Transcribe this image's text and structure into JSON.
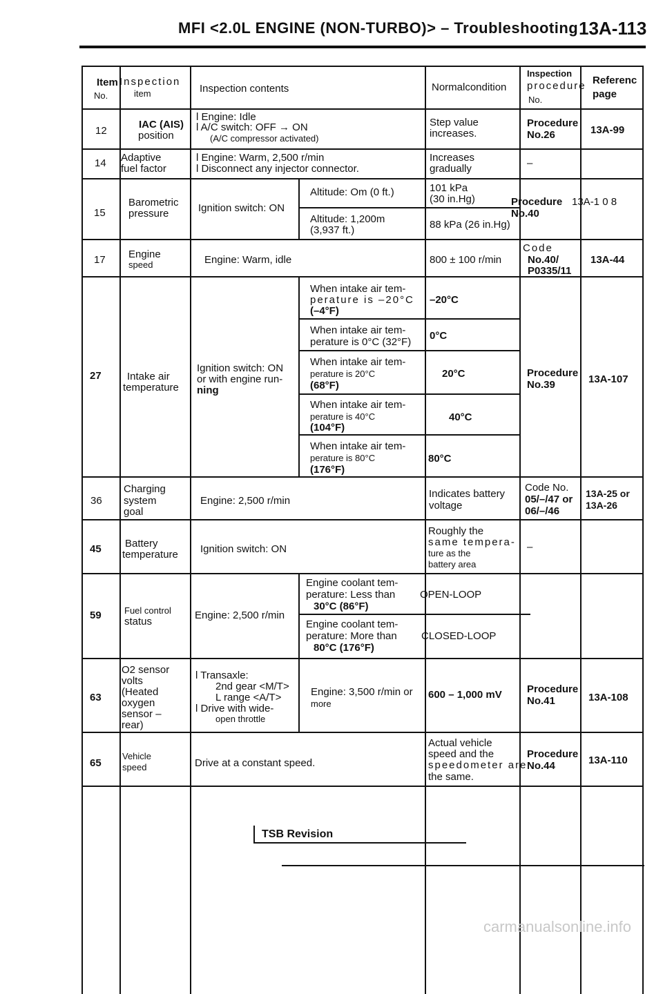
{
  "header": {
    "title": "MFI <2.0L ENGINE (NON-TURBO)> – Troubleshooting",
    "page": "13A-113"
  },
  "columns": {
    "item_no": [
      "Item",
      "No."
    ],
    "inspection_item": [
      "Inspection",
      "item"
    ],
    "inspection_contents": "Inspection contents",
    "normal_condition": "Normalcondition",
    "procedure": [
      "Inspection",
      "procedure",
      "No."
    ],
    "reference": [
      "Referenc",
      "page"
    ]
  },
  "rows": [
    {
      "no": "12",
      "item": [
        "IAC (AIS)",
        "position"
      ],
      "contents": [
        "l  Engine: Idle",
        "l  A/C switch: OFF → ON",
        "(A/C compressor activated)"
      ],
      "normal": [
        "Step value",
        "increases."
      ],
      "procedure": [
        "Procedure",
        "No.26"
      ],
      "reference": "13A-99"
    },
    {
      "no": "14",
      "item": [
        "Adaptive",
        "fuel factor"
      ],
      "contents": [
        "l  Engine: Warm, 2,500 r/min",
        "l  Disconnect any injector connector."
      ],
      "normal": [
        "Increases",
        "gradually"
      ],
      "procedure": [
        "–"
      ],
      "reference": ""
    },
    {
      "no": "15",
      "item": [
        "Barometric",
        "pressure"
      ],
      "contents": [
        "Ignition switch: ON"
      ],
      "sub": [
        {
          "cond": [
            "Altitude: Om (0 ft.)"
          ],
          "normal": [
            "101 kPa",
            "(30 in.Hg)"
          ]
        },
        {
          "cond": [
            "Altitude: 1,200m",
            "(3,937 ft.)"
          ],
          "normal": [
            "88 kPa (26 in.Hg)"
          ]
        }
      ],
      "procedure": [
        "Procedure",
        "No.40"
      ],
      "reference": "13A-1 0 8"
    },
    {
      "no": "17",
      "item": [
        "Engine",
        "speed"
      ],
      "contents": [
        "Engine: Warm, idle"
      ],
      "normal": [
        "800 ± 100 r/min"
      ],
      "procedure": [
        "Code",
        "No.40/",
        "P0335/11"
      ],
      "reference": "13A-44"
    },
    {
      "no": "27",
      "item": [
        "Intake air",
        "temperature"
      ],
      "contents": [
        "Ignition switch: ON",
        "or with engine run-",
        "ning"
      ],
      "sub": [
        {
          "cond": [
            "When intake air tem-",
            "perature is –20°C",
            "(–4°F)"
          ],
          "normal": [
            "–20°C"
          ]
        },
        {
          "cond": [
            "When intake air tem-",
            "perature is 0°C (32°F)"
          ],
          "normal": [
            "0°C"
          ]
        },
        {
          "cond": [
            "When intake air tem-",
            "perature is 20°C",
            "(68°F)"
          ],
          "normal": [
            "20°C"
          ]
        },
        {
          "cond": [
            "When intake air tem-",
            "perature is 40°C",
            "(104°F)"
          ],
          "normal": [
            "40°C"
          ]
        },
        {
          "cond": [
            "When intake air tem-",
            "perature is 80°C",
            "(176°F)"
          ],
          "normal": [
            "80°C"
          ]
        }
      ],
      "procedure": [
        "Procedure",
        "No.39"
      ],
      "reference": "13A-107"
    },
    {
      "no": "36",
      "item": [
        "Charging",
        "system",
        "goal"
      ],
      "contents": [
        "Engine: 2,500 r/min"
      ],
      "normal": [
        "Indicates battery",
        "voltage"
      ],
      "procedure": [
        "Code No.",
        "05/–/47 or",
        "06/–/46"
      ],
      "reference": "13A-25 or 13A-26"
    },
    {
      "no": "45",
      "item": [
        "Battery",
        "temperature"
      ],
      "contents": [
        "Ignition switch: ON"
      ],
      "normal": [
        "Roughly the",
        "same tempera-",
        "ture as the",
        "battery area"
      ],
      "procedure": [
        "–"
      ],
      "reference": ""
    },
    {
      "no": "59",
      "item": [
        "Fuel control",
        "status"
      ],
      "contents": [
        "Engine: 2,500 r/min"
      ],
      "sub": [
        {
          "cond": [
            "Engine coolant tem-",
            "perature: Less than",
            "30°C (86°F)"
          ],
          "normal": [
            "OPEN-LOOP"
          ]
        },
        {
          "cond": [
            "Engine coolant tem-",
            "perature: More than",
            "80°C (176°F)"
          ],
          "normal": [
            "CLOSED-LOOP"
          ]
        }
      ],
      "procedure": [
        ""
      ],
      "reference": ""
    },
    {
      "no": "63",
      "item": [
        "O2 sensor",
        "volts",
        "(Heated",
        "oxygen",
        "sensor –",
        "rear)"
      ],
      "contents": [
        "l  Transaxle:",
        "2nd gear <M/T>",
        "L range <A/T>",
        "l  Drive with wide-",
        "open throttle"
      ],
      "cond2": [
        "Engine: 3,500 r/min or",
        "more"
      ],
      "normal": [
        "600 – 1,000 mV"
      ],
      "procedure": [
        "Procedure",
        "No.41"
      ],
      "reference": "13A-108"
    },
    {
      "no": "65",
      "item": [
        "Vehicle",
        "speed"
      ],
      "contents": [
        "Drive at a constant speed."
      ],
      "normal": [
        "Actual vehicle",
        "speed and the",
        "speedometer are",
        "the same."
      ],
      "procedure": [
        "Procedure",
        "No.44"
      ],
      "reference": "13A-110"
    }
  ],
  "footer": {
    "tsb": "TSB Revision",
    "watermark": "carmanualsonline.info"
  }
}
